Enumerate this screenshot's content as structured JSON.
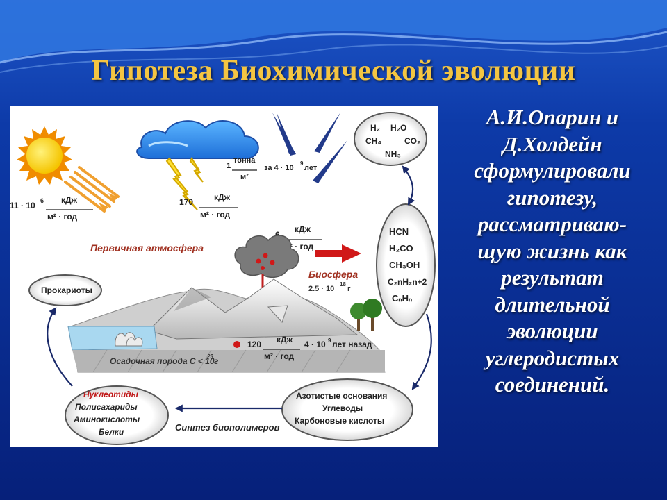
{
  "slide": {
    "title": "Гипотеза Биохимической эволюции",
    "side_text": [
      "А.И.Опарин и",
      "Д.Холдейн",
      "сформулировали",
      "гипотезу,",
      "рассматриваю-",
      "щую жизнь  как",
      "результат",
      "длительной",
      "эволюции",
      "углеродистых",
      "соединений."
    ]
  },
  "diagram": {
    "sun_energy": {
      "coef": "11 · 10",
      "exp": "6",
      "num": "кДж",
      "den": "м² · год"
    },
    "lightning_energy": {
      "coef": "170",
      "num": "кДж",
      "den": "м² · год"
    },
    "meteor_mass": {
      "coef": "1",
      "num": "тонна",
      "den": "м²",
      "period": "за 4 · 10",
      "period_exp": "9",
      "period_unit": " лет"
    },
    "volcano_energy": {
      "coef": "6",
      "num": "кДж",
      "den": "м² · год"
    },
    "bottom_energy": {
      "coef": "120",
      "num": "кДж",
      "den": "м² · год",
      "period": "4 · 10",
      "period_exp": "9",
      "period_unit": " лет назад"
    },
    "primary_atmosphere": "Первичная атмосфера",
    "biosphere": {
      "label": "Биосфера",
      "value": "2.5 · 10",
      "exp": "18",
      "unit": " г"
    },
    "sediment": {
      "label": "Осадочная порода С < 10",
      "exp": "23",
      "unit": " г"
    },
    "prokaryotes": "Прокариоты",
    "gases_bubble": [
      "H₂",
      "H₂O",
      "CH₄",
      "CO₂",
      "NH₃"
    ],
    "organics_bubble": [
      "HCN",
      "H₂CO",
      "CH₃OH",
      "C₂nH₂n+2",
      "CₙHₙ"
    ],
    "nitrogen_bubble": [
      "Азотистые основания",
      "Углеводы",
      "Карбоновые кислоты"
    ],
    "polymers_bubble": [
      "Нуклеотиды",
      "Полисахариды",
      "Аминокислоты",
      "Белки"
    ],
    "synthesis_label": "Синтез биополимеров"
  },
  "colors": {
    "background": "#0a2a8a",
    "title": "#f4c542",
    "highlight_red": "#cc1a1a",
    "arrow_navy": "#1a2a6a"
  }
}
